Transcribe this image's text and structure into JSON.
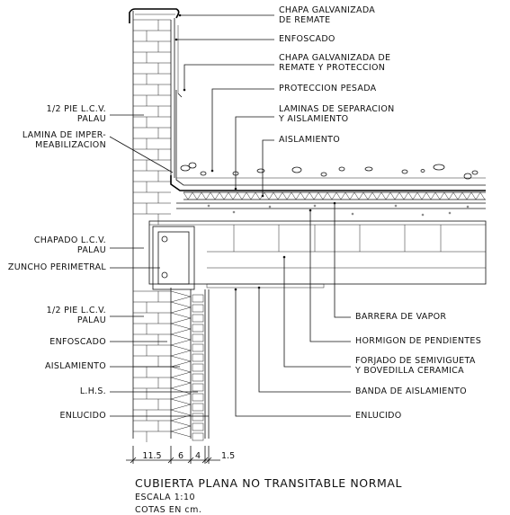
{
  "drawing": {
    "title": "CUBIERTA PLANA NO TRANSITABLE NORMAL",
    "scale": "ESCALA 1:10",
    "units": "COTAS EN cm."
  },
  "labels_right": [
    {
      "id": "chapa-remate",
      "lines": [
        "CHAPA GALVANIZADA",
        "DE REMATE"
      ]
    },
    {
      "id": "enfoscado-top",
      "lines": [
        "ENFOSCADO"
      ]
    },
    {
      "id": "chapa-proteccion",
      "lines": [
        "CHAPA GALVANIZADA DE",
        "REMATE Y PROTECCION"
      ]
    },
    {
      "id": "proteccion-pesada",
      "lines": [
        "PROTECCION PESADA"
      ]
    },
    {
      "id": "laminas-separacion",
      "lines": [
        "LAMINAS DE SEPARACION",
        "Y AISLAMIENTO"
      ]
    },
    {
      "id": "aislamiento-top",
      "lines": [
        "AISLAMIENTO"
      ]
    },
    {
      "id": "barrera-vapor",
      "lines": [
        "BARRERA DE VAPOR"
      ]
    },
    {
      "id": "hormigon-pendientes",
      "lines": [
        "HORMIGON DE PENDIENTES"
      ]
    },
    {
      "id": "forjado",
      "lines": [
        "FORJADO DE SEMIVIGUETA",
        "Y BOVEDILLA CERAMICA"
      ]
    },
    {
      "id": "banda-aislamiento",
      "lines": [
        "BANDA DE AISLAMIENTO"
      ]
    },
    {
      "id": "enlucido-right",
      "lines": [
        "ENLUCIDO"
      ]
    }
  ],
  "labels_left": [
    {
      "id": "pie-lcv-top",
      "lines": [
        "1/2 PIE L.C.V.",
        "PALAU"
      ]
    },
    {
      "id": "lamina-imper",
      "lines": [
        "LAMINA DE IMPER-",
        "MEABILIZACION"
      ]
    },
    {
      "id": "chapado-lcv",
      "lines": [
        "CHAPADO L.C.V.",
        "PALAU"
      ]
    },
    {
      "id": "zuncho",
      "lines": [
        "ZUNCHO PERIMETRAL"
      ]
    },
    {
      "id": "pie-lcv-bottom",
      "lines": [
        "1/2 PIE L.C.V.",
        "PALAU"
      ]
    },
    {
      "id": "enfoscado-left",
      "lines": [
        "ENFOSCADO"
      ]
    },
    {
      "id": "aislamiento-left",
      "lines": [
        "AISLAMIENTO"
      ]
    },
    {
      "id": "lhs",
      "lines": [
        "L.H.S."
      ]
    },
    {
      "id": "enlucido-left",
      "lines": [
        "ENLUCIDO"
      ]
    }
  ],
  "dimensions": [
    "11.5",
    "6",
    "4",
    "1.5"
  ]
}
